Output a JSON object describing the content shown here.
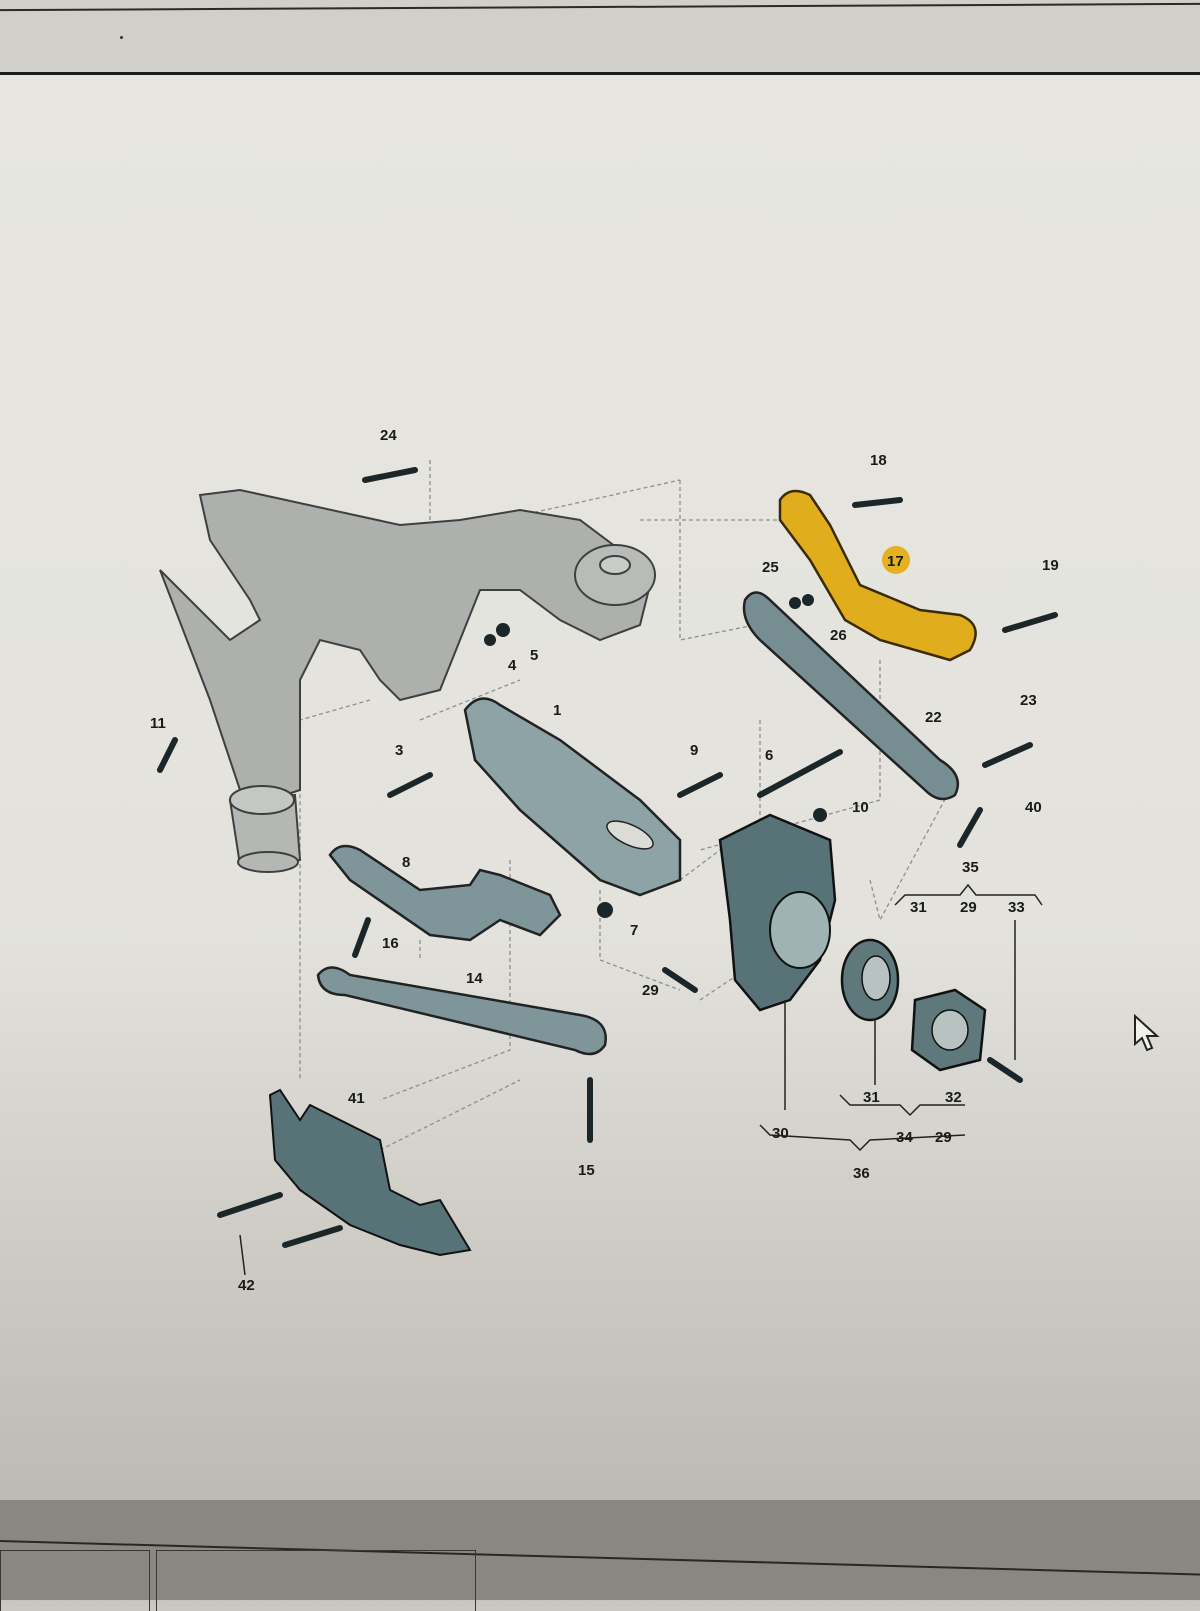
{
  "screen": {
    "description": "Photo of monitor showing exploded parts diagram of rear suspension",
    "highlight_color": "#e0ad1c",
    "part_color": "#7f9196",
    "frame_color": "#a9aca8"
  },
  "diagram": {
    "highlighted_part": "17",
    "callouts": [
      {
        "id": "c24",
        "label": "24"
      },
      {
        "id": "c18",
        "label": "18"
      },
      {
        "id": "c17",
        "label": "17"
      },
      {
        "id": "c25",
        "label": "25"
      },
      {
        "id": "c26",
        "label": "26"
      },
      {
        "id": "c19",
        "label": "19"
      },
      {
        "id": "c5",
        "label": "5"
      },
      {
        "id": "c4",
        "label": "4"
      },
      {
        "id": "c11",
        "label": "11"
      },
      {
        "id": "c1",
        "label": "1"
      },
      {
        "id": "c22",
        "label": "22"
      },
      {
        "id": "c23",
        "label": "23"
      },
      {
        "id": "c3",
        "label": "3"
      },
      {
        "id": "c9",
        "label": "9"
      },
      {
        "id": "c6",
        "label": "6"
      },
      {
        "id": "c10",
        "label": "10"
      },
      {
        "id": "c40",
        "label": "40"
      },
      {
        "id": "c35",
        "label": "35"
      },
      {
        "id": "c31a",
        "label": "31"
      },
      {
        "id": "c29a",
        "label": "29"
      },
      {
        "id": "c33",
        "label": "33"
      },
      {
        "id": "c8",
        "label": "8"
      },
      {
        "id": "c16",
        "label": "16"
      },
      {
        "id": "c7",
        "label": "7"
      },
      {
        "id": "c14",
        "label": "14"
      },
      {
        "id": "c29b",
        "label": "29"
      },
      {
        "id": "c41",
        "label": "41"
      },
      {
        "id": "c15",
        "label": "15"
      },
      {
        "id": "c42",
        "label": "42"
      },
      {
        "id": "c30",
        "label": "30"
      },
      {
        "id": "c31b",
        "label": "31"
      },
      {
        "id": "c32",
        "label": "32"
      },
      {
        "id": "c34",
        "label": "34"
      },
      {
        "id": "c29c",
        "label": "29"
      },
      {
        "id": "c36",
        "label": "36"
      }
    ]
  },
  "cursor": {
    "icon": "mouse-pointer-arrow-icon"
  }
}
